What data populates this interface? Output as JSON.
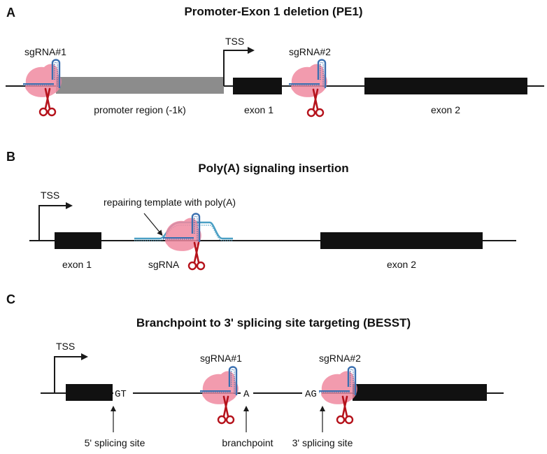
{
  "panels": {
    "a": {
      "letter": "A",
      "title": "Promoter-Exon 1 deletion (PE1)",
      "tss": "TSS",
      "sgrna1": "sgRNA#1",
      "sgrna2": "sgRNA#2",
      "promoter": "promoter region (-1k)",
      "exon1": "exon 1",
      "exon2": "exon 2"
    },
    "b": {
      "letter": "B",
      "title": "Poly(A) signaling insertion",
      "tss": "TSS",
      "template": "repairing template with poly(A)",
      "sgrna": "sgRNA",
      "exon1": "exon 1",
      "exon2": "exon 2"
    },
    "c": {
      "letter": "C",
      "title": "Branchpoint to 3' splicing site targeting (BESST)",
      "tss": "TSS",
      "sgrna1": "sgRNA#1",
      "sgrna2": "sgRNA#2",
      "gt": "GT",
      "a": "A",
      "ag": "AG",
      "splice5": "5' splicing site",
      "branchpoint": "branchpoint",
      "splice3": "3' splicing site"
    }
  },
  "colors": {
    "dna": "#1a1a1a",
    "exon": "#111111",
    "promoter": "#8c8c8c",
    "cas9": "#f08aa0",
    "guide": "#3a6fb0",
    "scissors": "#b5121b",
    "template": "#4a9fc4"
  }
}
